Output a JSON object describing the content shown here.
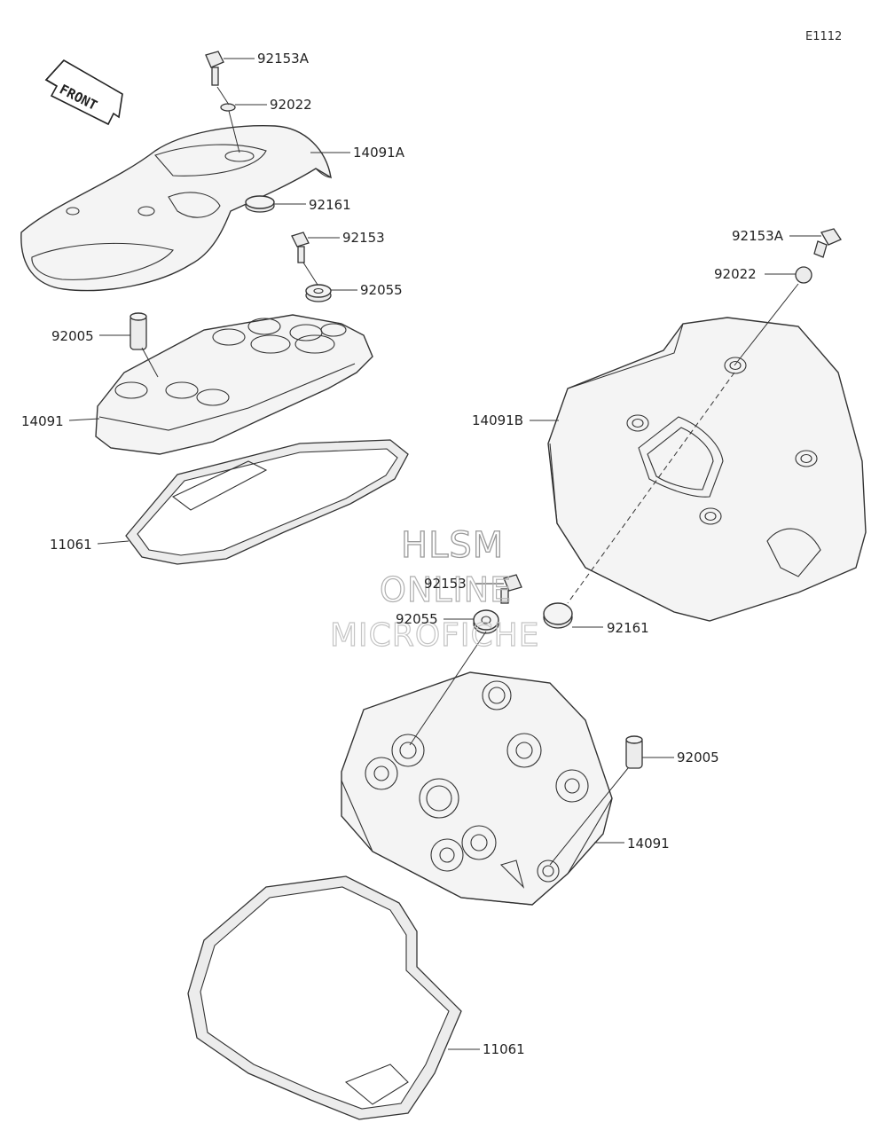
{
  "diagram_code": "E1112",
  "front_label": "FRONT",
  "watermark": {
    "line1": "HLSM",
    "line2": "ONLINE",
    "line3": "MICROFICHE"
  },
  "callouts": [
    {
      "id": "c1",
      "part": "92153A"
    },
    {
      "id": "c2",
      "part": "92022"
    },
    {
      "id": "c3",
      "part": "14091A"
    },
    {
      "id": "c4",
      "part": "92161"
    },
    {
      "id": "c5",
      "part": "92153"
    },
    {
      "id": "c6",
      "part": "92055"
    },
    {
      "id": "c7",
      "part": "92005"
    },
    {
      "id": "c8",
      "part": "14091"
    },
    {
      "id": "c9",
      "part": "11061"
    },
    {
      "id": "c10",
      "part": "92153A"
    },
    {
      "id": "c11",
      "part": "92022"
    },
    {
      "id": "c12",
      "part": "14091B"
    },
    {
      "id": "c13",
      "part": "92153"
    },
    {
      "id": "c14",
      "part": "92055"
    },
    {
      "id": "c15",
      "part": "92161"
    },
    {
      "id": "c16",
      "part": "92005"
    },
    {
      "id": "c17",
      "part": "14091"
    },
    {
      "id": "c18",
      "part": "11061"
    }
  ]
}
